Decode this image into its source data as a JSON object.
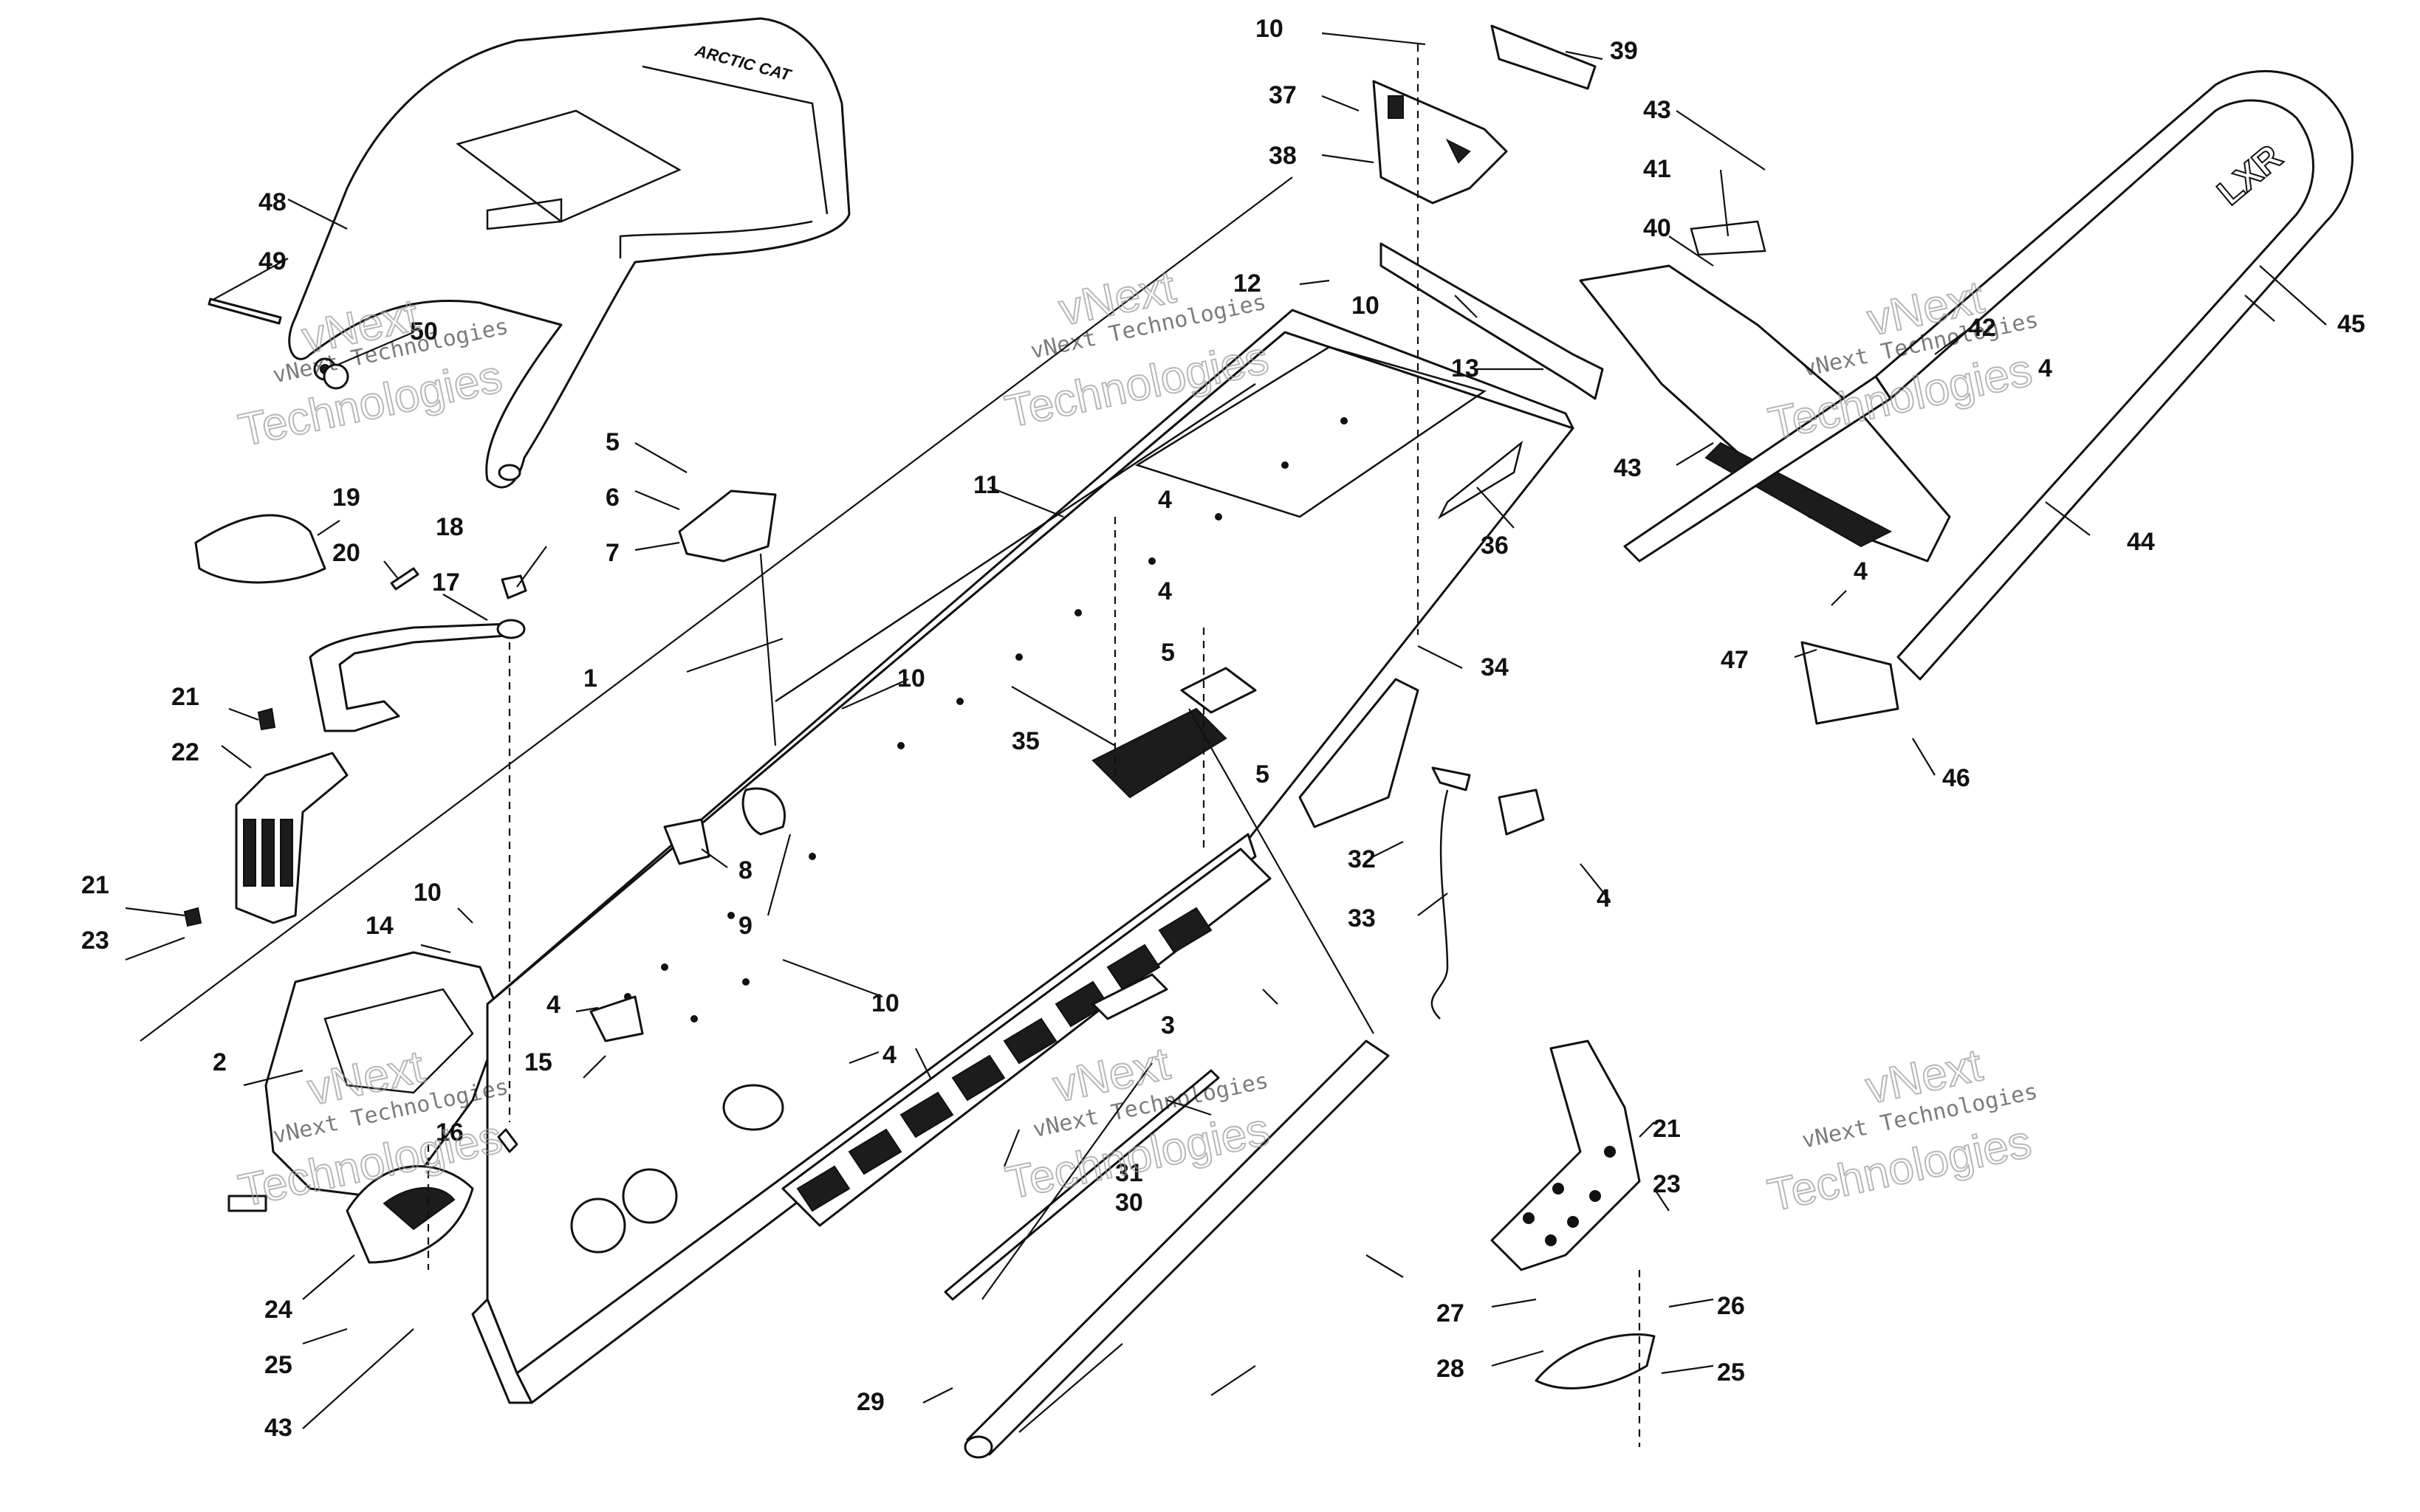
{
  "watermark": {
    "brand": "vNext",
    "line1": "vNext Technologies",
    "line2": "Technologies"
  },
  "seat_logo": "ARCTIC CAT",
  "rail_logo": "LXR",
  "callouts": {
    "c1": "1",
    "c2": "2",
    "c3": "3",
    "c4a": "4",
    "c4b": "4",
    "c4c": "4",
    "c4d": "4",
    "c4e": "4",
    "c4f": "4",
    "c4g": "4",
    "c5a": "5",
    "c5b": "5",
    "c5c": "5",
    "c6": "6",
    "c7": "7",
    "c8": "8",
    "c9": "9",
    "c10a": "10",
    "c10b": "10",
    "c10c": "10",
    "c10d": "10",
    "c10e": "10",
    "c11": "11",
    "c12": "12",
    "c13": "13",
    "c14": "14",
    "c15": "15",
    "c16": "16",
    "c17": "17",
    "c18": "18",
    "c19": "19",
    "c20": "20",
    "c21a": "21",
    "c21b": "21",
    "c21c": "21",
    "c22": "22",
    "c23a": "23",
    "c23b": "23",
    "c24": "24",
    "c25a": "25",
    "c25b": "25",
    "c26": "26",
    "c27": "27",
    "c28": "28",
    "c29": "29",
    "c30": "30",
    "c31": "31",
    "c32": "32",
    "c33": "33",
    "c34": "34",
    "c35": "35",
    "c36": "36",
    "c37": "37",
    "c38": "38",
    "c39": "39",
    "c40": "40",
    "c41": "41",
    "c42": "42",
    "c43a": "43",
    "c43b": "43",
    "c43c": "43",
    "c44": "44",
    "c45": "45",
    "c46": "46",
    "c47": "47",
    "c48": "48",
    "c49": "49",
    "c50": "50"
  }
}
